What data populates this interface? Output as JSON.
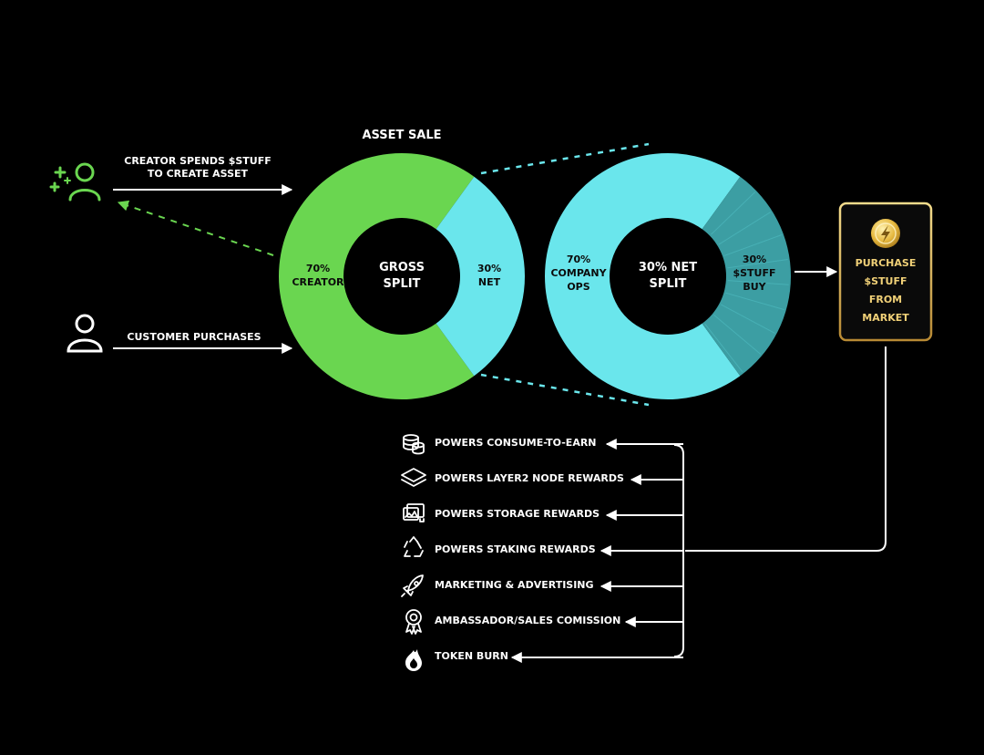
{
  "colors": {
    "background": "#000000",
    "creator_green": "#6ad650",
    "net_cyan": "#6ae6ec",
    "buy_teal": "#3c9ea3",
    "gold": "#f0d077",
    "line": "#ffffff"
  },
  "asset_sale": {
    "title": "ASSET SALE",
    "center_line1": "GROSS",
    "center_line2": "SPLIT",
    "creator_pct": "70%",
    "creator_label": "CREATOR",
    "net_pct": "30%",
    "net_label": "NET"
  },
  "net_split": {
    "center_line1": "30% NET",
    "center_line2": "SPLIT",
    "ops_pct": "70%",
    "ops_label1": "COMPANY",
    "ops_label2": "OPS",
    "buy_pct": "30%",
    "buy_label1": "$STUFF",
    "buy_label2": "BUY"
  },
  "creator_flow": {
    "line1": "CREATOR SPENDS $STUFF",
    "line2": "TO CREATE ASSET",
    "icon": "creator-sparkle-user-icon"
  },
  "customer_flow": {
    "label": "CUSTOMER PURCHASES",
    "icon": "user-icon"
  },
  "purchase_card": {
    "line1": "PURCHASE",
    "line2": "$STUFF",
    "line3": "FROM",
    "line4": "MARKET",
    "icon": "stuff-coin-icon"
  },
  "uses": [
    {
      "label": "POWERS CONSUME-TO-EARN",
      "icon": "coin-stack-icon"
    },
    {
      "label": "POWERS LAYER2 NODE REWARDS",
      "icon": "layers-icon"
    },
    {
      "label": "POWERS STORAGE REWARDS",
      "icon": "media-storage-icon"
    },
    {
      "label": "POWERS STAKING REWARDS",
      "icon": "recycle-icon"
    },
    {
      "label": "MARKETING & ADVERTISING",
      "icon": "rocket-icon"
    },
    {
      "label": "AMBASSADOR/SALES COMISSION",
      "icon": "award-ribbon-icon"
    },
    {
      "label": "TOKEN BURN",
      "icon": "flame-icon"
    }
  ]
}
